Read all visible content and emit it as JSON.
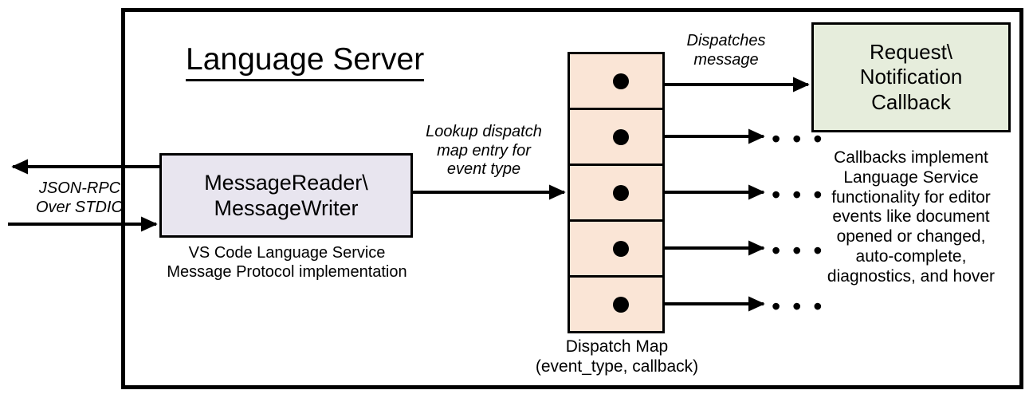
{
  "diagram": {
    "title": "Language Server",
    "boxes": {
      "reader_writer": {
        "label": "MessageReader\\\nMessageWriter",
        "caption": "VS Code Language Service\nMessage Protocol implementation",
        "fill": "#E8E5EF"
      },
      "callback": {
        "label": "Request\\\nNotification\nCallback",
        "caption": "Callbacks implement\nLanguage Service\nfunctionality for editor\nevents like document\nopened or changed,\nauto-complete,\ndiagnostics, and hover",
        "fill": "#E6EDDC"
      },
      "dispatch_map": {
        "caption": "Dispatch Map\n(event_type, callback)",
        "fill": "#FAE5D6",
        "row_count": 5,
        "rows": [
          {
            "entry_dot": "•",
            "target": "Request\\Notification Callback"
          },
          {
            "entry_dot": "•",
            "target": "..."
          },
          {
            "entry_dot": "•",
            "target": "..."
          },
          {
            "entry_dot": "•",
            "target": "..."
          },
          {
            "entry_dot": "•",
            "target": "..."
          }
        ]
      }
    },
    "arrow_labels": {
      "jsonrpc": "JSON-RPC\nOver STDIO",
      "lookup": "Lookup dispatch\nmap entry for\nevent type",
      "dispatches": "Dispatches\nmessage"
    },
    "ellipsis": "• • •",
    "colors": {
      "stroke": "#000000",
      "background": "#FFFFFF",
      "reader_writer_fill": "#E8E5EF",
      "dispatch_map_fill": "#FAE5D6",
      "callback_fill": "#E6EDDC"
    }
  }
}
